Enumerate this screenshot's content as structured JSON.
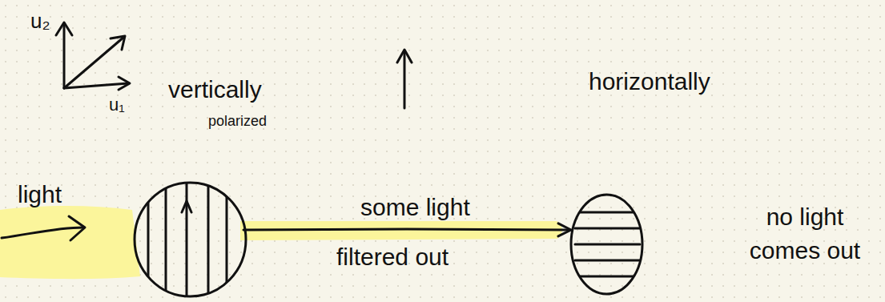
{
  "diagram": {
    "nodes": [
      {
        "text": [
          "vertically",
          "polarized"
        ]
      },
      {
        "text": [
          "horizontally"
        ]
      }
    ],
    "edges": [
      {
        "from": 0,
        "to": 1,
        "arrow": "to",
        "label": "some light"
      }
    ],
    "labels": [
      "u₂",
      "u₁",
      "light",
      "filtered out",
      "no light comes out"
    ]
  }
}
